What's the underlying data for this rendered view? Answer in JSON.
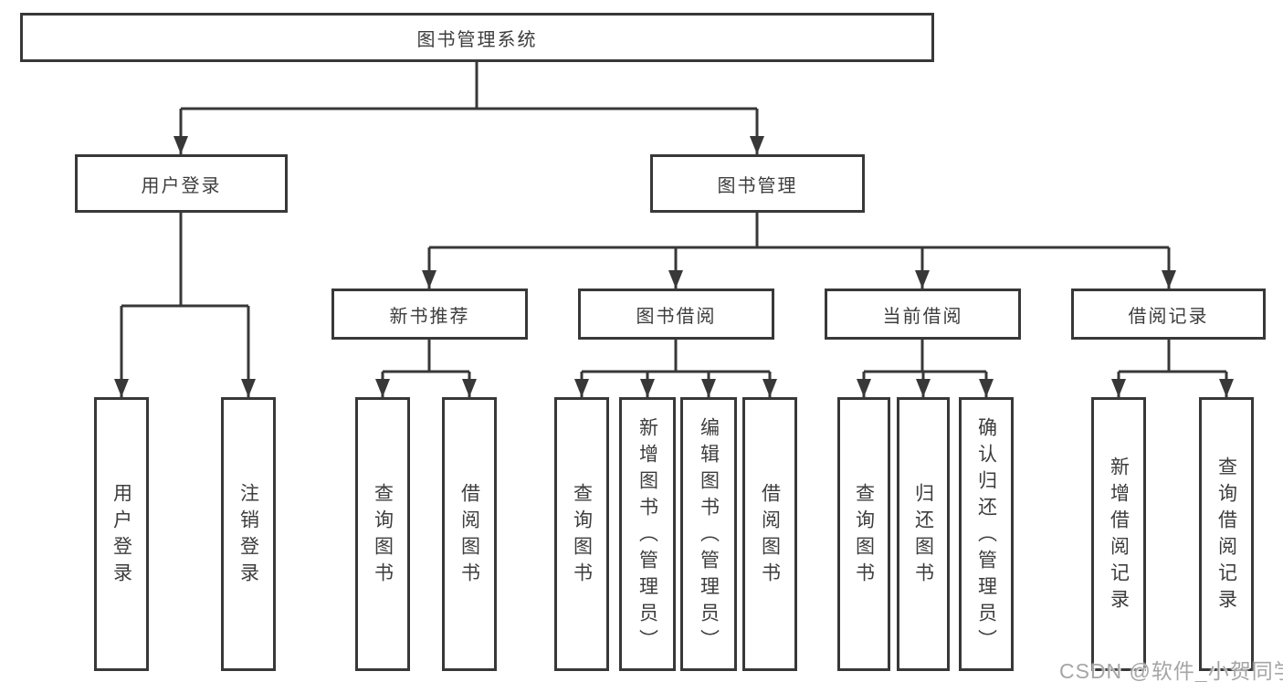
{
  "diagram": {
    "title": "图书管理系统",
    "root": {
      "label": "图书管理系统"
    },
    "level2": [
      {
        "label": "用户登录"
      },
      {
        "label": "图书管理"
      }
    ],
    "level3": [
      {
        "label": "新书推荐"
      },
      {
        "label": "图书借阅"
      },
      {
        "label": "当前借阅"
      },
      {
        "label": "借阅记录"
      }
    ],
    "leaves": {
      "user_login": [
        "用户登录",
        "注销登录"
      ],
      "new_book": [
        "查询图书",
        "借阅图书"
      ],
      "book_borrow": [
        "查询图书",
        "新增图书（管理员）",
        "编辑图书（管理员）",
        "借阅图书"
      ],
      "current_borrow": [
        "查询图书",
        "归还图书",
        "确认归还（管理员）"
      ],
      "borrow_records": [
        "新增借阅记录",
        "查询借阅记录"
      ]
    }
  },
  "watermark": {
    "text": "CSDN @软件_小贺同学"
  },
  "colors": {
    "line": "#383838",
    "box_border": "#383838",
    "text": "#3d3d3d",
    "watermark": "#a6a6a6",
    "background": "#ffffff"
  }
}
